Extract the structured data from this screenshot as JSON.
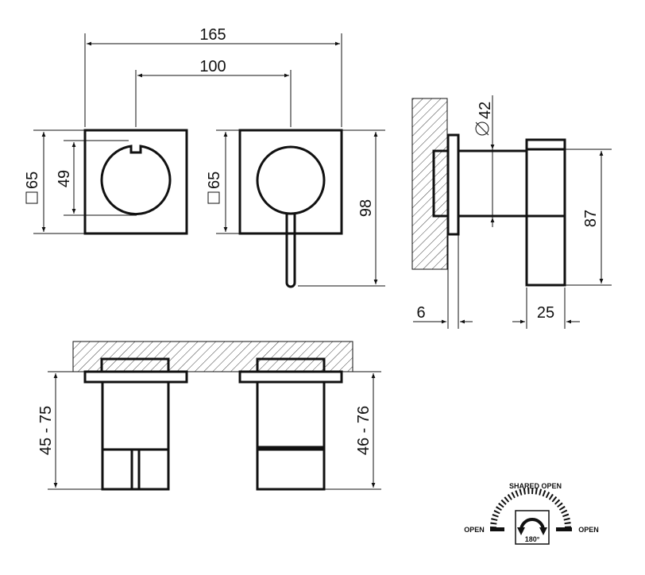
{
  "dimensions": {
    "overall_width": "165",
    "center_distance": "100",
    "plate_left_height": "65",
    "plate_right_height": "65",
    "knob_diameter": "49",
    "handle_height": "98",
    "rosette_diameter": "42",
    "cartridge_height": "87",
    "plate_thickness": "6",
    "knob_depth": "25",
    "depth_left": "45 - 75",
    "depth_right": "46 - 76"
  },
  "rotation_legend": {
    "top_label": "SHARED OPEN",
    "left_label": "OPEN",
    "right_label": "OPEN",
    "angle": "180°"
  },
  "colors": {
    "line": "#111111",
    "background": "#ffffff"
  }
}
